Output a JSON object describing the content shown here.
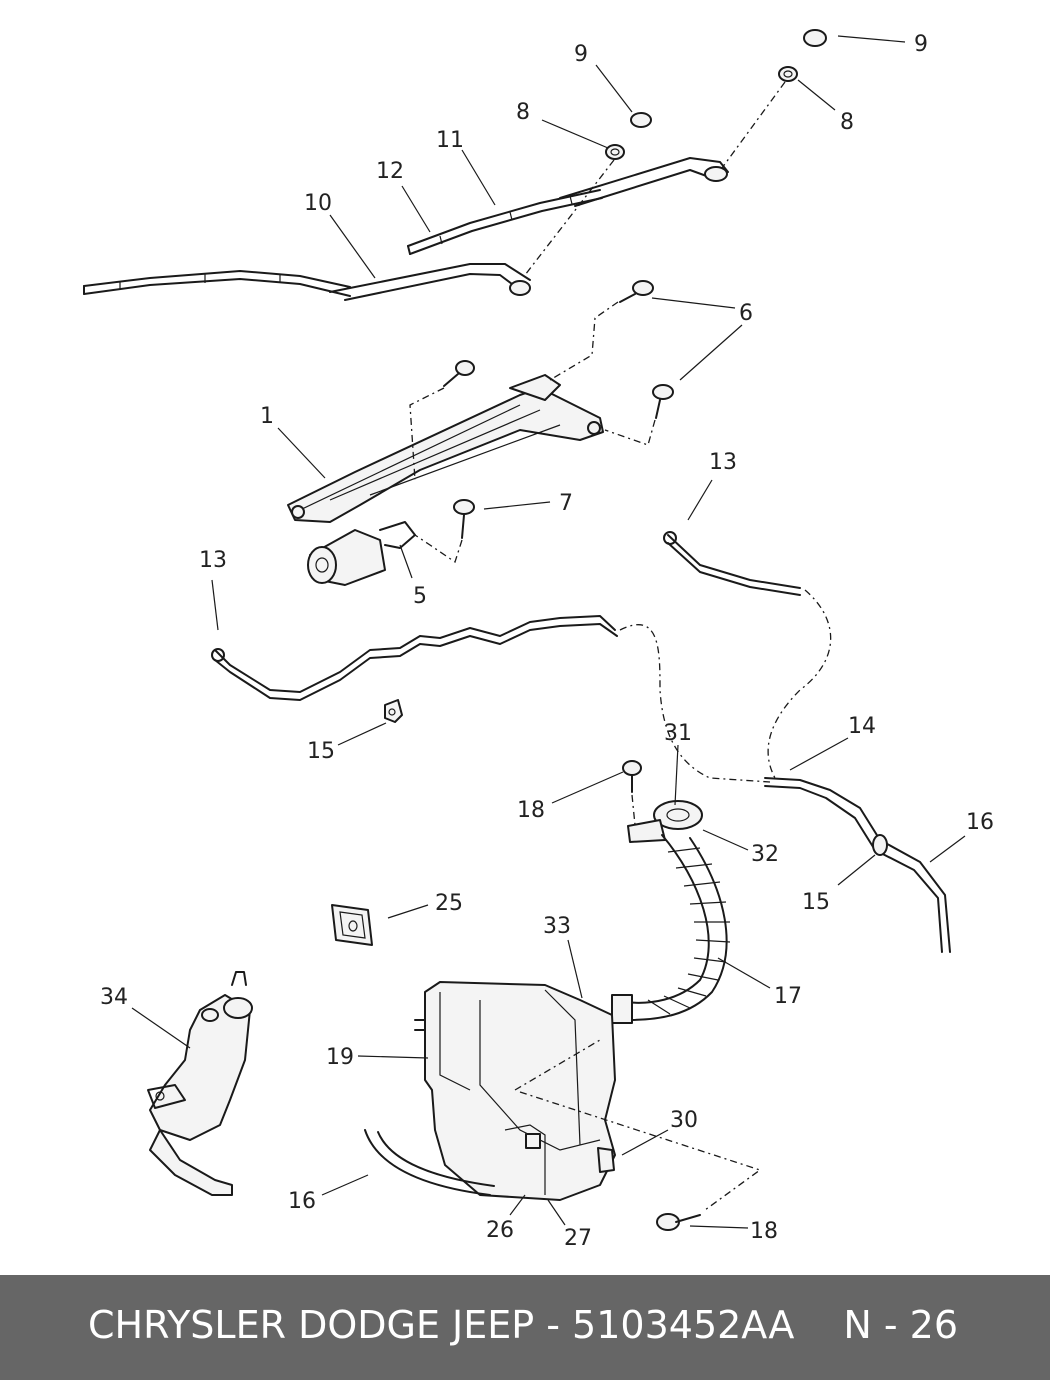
{
  "diagram": {
    "callouts": {
      "c9a": "9",
      "c9b": "9",
      "c8a": "8",
      "c8b": "8",
      "c11": "11",
      "c12": "12",
      "c10": "10",
      "c6": "6",
      "c1": "1",
      "c7": "7",
      "c5": "5",
      "c13a": "13",
      "c13b": "13",
      "c15a": "15",
      "c15b": "15",
      "c31": "31",
      "c14": "14",
      "c16a": "16",
      "c16b": "16",
      "c18a": "18",
      "c18b": "18",
      "c32": "32",
      "c25": "25",
      "c33": "33",
      "c17": "17",
      "c34": "34",
      "c19": "19",
      "c30": "30",
      "c26": "26",
      "c27": "27"
    }
  },
  "footer": {
    "title": "CHRYSLER DODGE JEEP - 5103452AA",
    "page": "N - 26"
  }
}
